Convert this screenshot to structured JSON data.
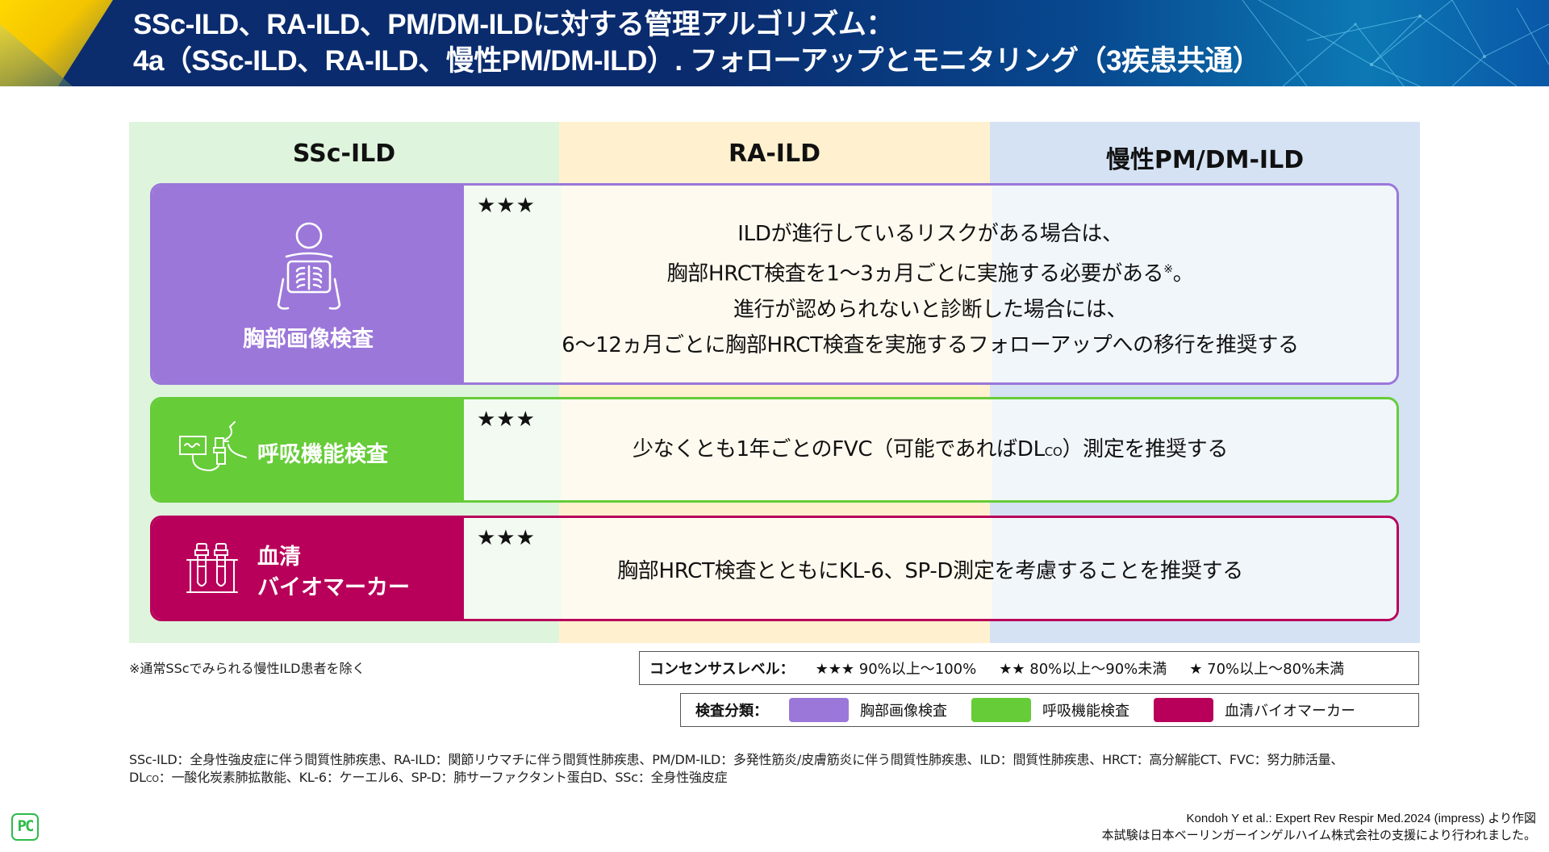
{
  "header": {
    "title_line1": "SSc-ILD、RA-ILD、PM/DM-ILDに対する管理アルゴリズム：",
    "title_line2": "4a（SSc-ILD、RA-ILD、慢性PM/DM-ILD）. フォローアップとモニタリング（3疾患共通）"
  },
  "columns": [
    "SSc-ILD",
    "RA-ILD",
    "慢性PM/DM-ILD"
  ],
  "rows": [
    {
      "label": "胸部画像検査",
      "stars": "★★★",
      "lines": [
        "ILDが進行しているリスクがある場合は、",
        "胸部HRCT検査を1〜3ヵ月ごとに実施する必要がある",
        "進行が認められないと診断した場合には、",
        "6〜12ヵ月ごとに胸部HRCT検査を実施するフォローアップへの移行を推奨する"
      ],
      "footnote_mark": "※",
      "line2_end": "。",
      "icon": "chest-xray-icon",
      "color": "#9b77d9"
    },
    {
      "label": "呼吸機能検査",
      "stars": "★★★",
      "text_before": "少なくとも1年ごとのFVC（可能であればDL",
      "text_sub": "CO",
      "text_after": "）測定を推奨する",
      "icon": "spirometer-icon",
      "color": "#66cc38"
    },
    {
      "label_line1": "血清",
      "label_line2": "バイオマーカー",
      "stars": "★★★",
      "text": "胸部HRCT検査とともにKL-6、SP-D測定を考慮することを推奨する",
      "icon": "test-tubes-icon",
      "color": "#b8005a"
    }
  ],
  "note": "※通常SScでみられる慢性ILD患者を除く",
  "consensus_legend": {
    "heading": "コンセンサスレベル：",
    "items": [
      "★★★ 90%以上〜100%",
      "★★ 80%以上〜90%未満",
      "★ 70%以上〜80%未満"
    ]
  },
  "category_legend": {
    "heading": "検査分類：",
    "items": [
      {
        "label": "胸部画像検査",
        "color": "#9b77d9"
      },
      {
        "label": "呼吸機能検査",
        "color": "#66cc38"
      },
      {
        "label": "血清バイオマーカー",
        "color": "#b8005a"
      }
    ]
  },
  "abbreviations": {
    "line1": "SSc-ILD：全身性強皮症に伴う間質性肺疾患、RA-ILD：関節リウマチに伴う間質性肺疾患、PM/DM-ILD：多発性筋炎/皮膚筋炎に伴う間質性肺疾患、ILD：間質性肺疾患、HRCT：高分解能CT、FVC：努力肺活量、",
    "line2_prefix": "DL",
    "line2_sub": "CO",
    "line2_rest": "：一酸化炭素肺拡散能、KL-6：ケーエル6、SP-D：肺サーファクタント蛋白D、SSc：全身性強皮症"
  },
  "source": {
    "line1": "Kondoh Y et al.: Expert Rev Respir Med.2024 (impress) より作図",
    "line2": "本試験は日本ベーリンガーインゲルハイム株式会社の支援により行われました。"
  },
  "logo_text": "PC"
}
